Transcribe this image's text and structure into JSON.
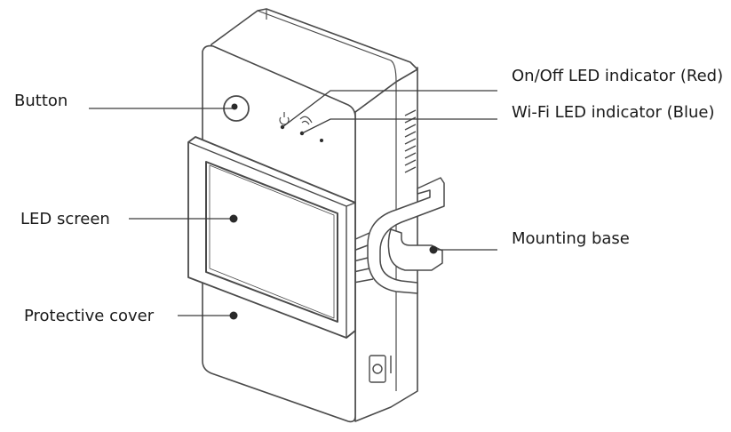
{
  "labels": {
    "button": "Button",
    "led_screen": "LED screen",
    "protective_cover": "Protective cover",
    "onoff_led": "On/Off LED indicator (Red)",
    "wifi_led": "Wi-Fi LED indicator (Blue)",
    "mounting_base": "Mounting base"
  },
  "colors": {
    "line": "#3a3a3a",
    "device_fill": "#ffffff",
    "device_stroke": "#4a4a4a",
    "dot": "#2a2a2a",
    "text": "#1a1a1a"
  },
  "icons": {
    "power": "power-icon",
    "wifi": "wifi-icon"
  }
}
